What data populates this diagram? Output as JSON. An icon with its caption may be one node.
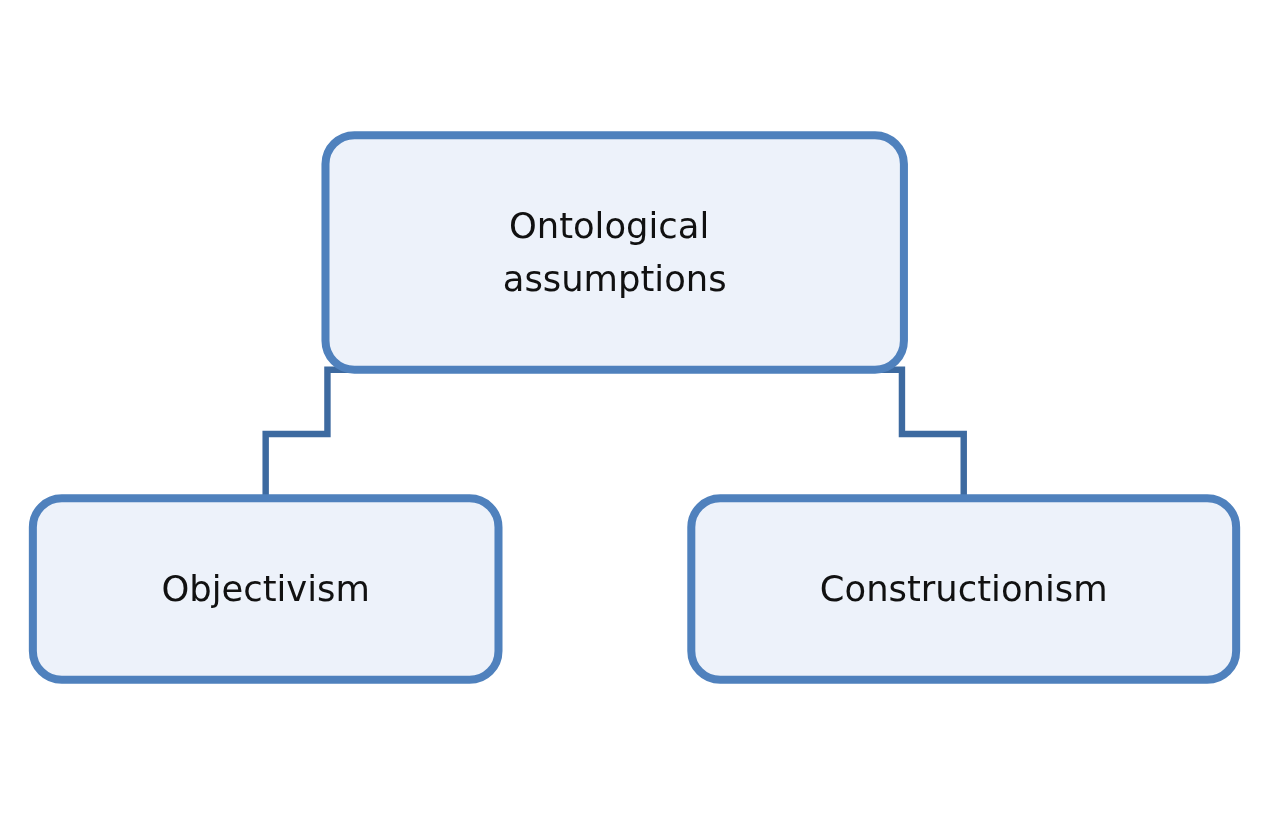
{
  "diagram": {
    "nodes": [
      {
        "text": [
          "Ontological assumptions"
        ]
      },
      {
        "text": [
          "Objectivism"
        ]
      },
      {
        "text": [
          "Constructionism"
        ]
      }
    ],
    "edges": [
      {
        "from": 0,
        "to": 1,
        "arrow": "none"
      },
      {
        "from": 0,
        "to": 2,
        "arrow": "none"
      }
    ]
  }
}
